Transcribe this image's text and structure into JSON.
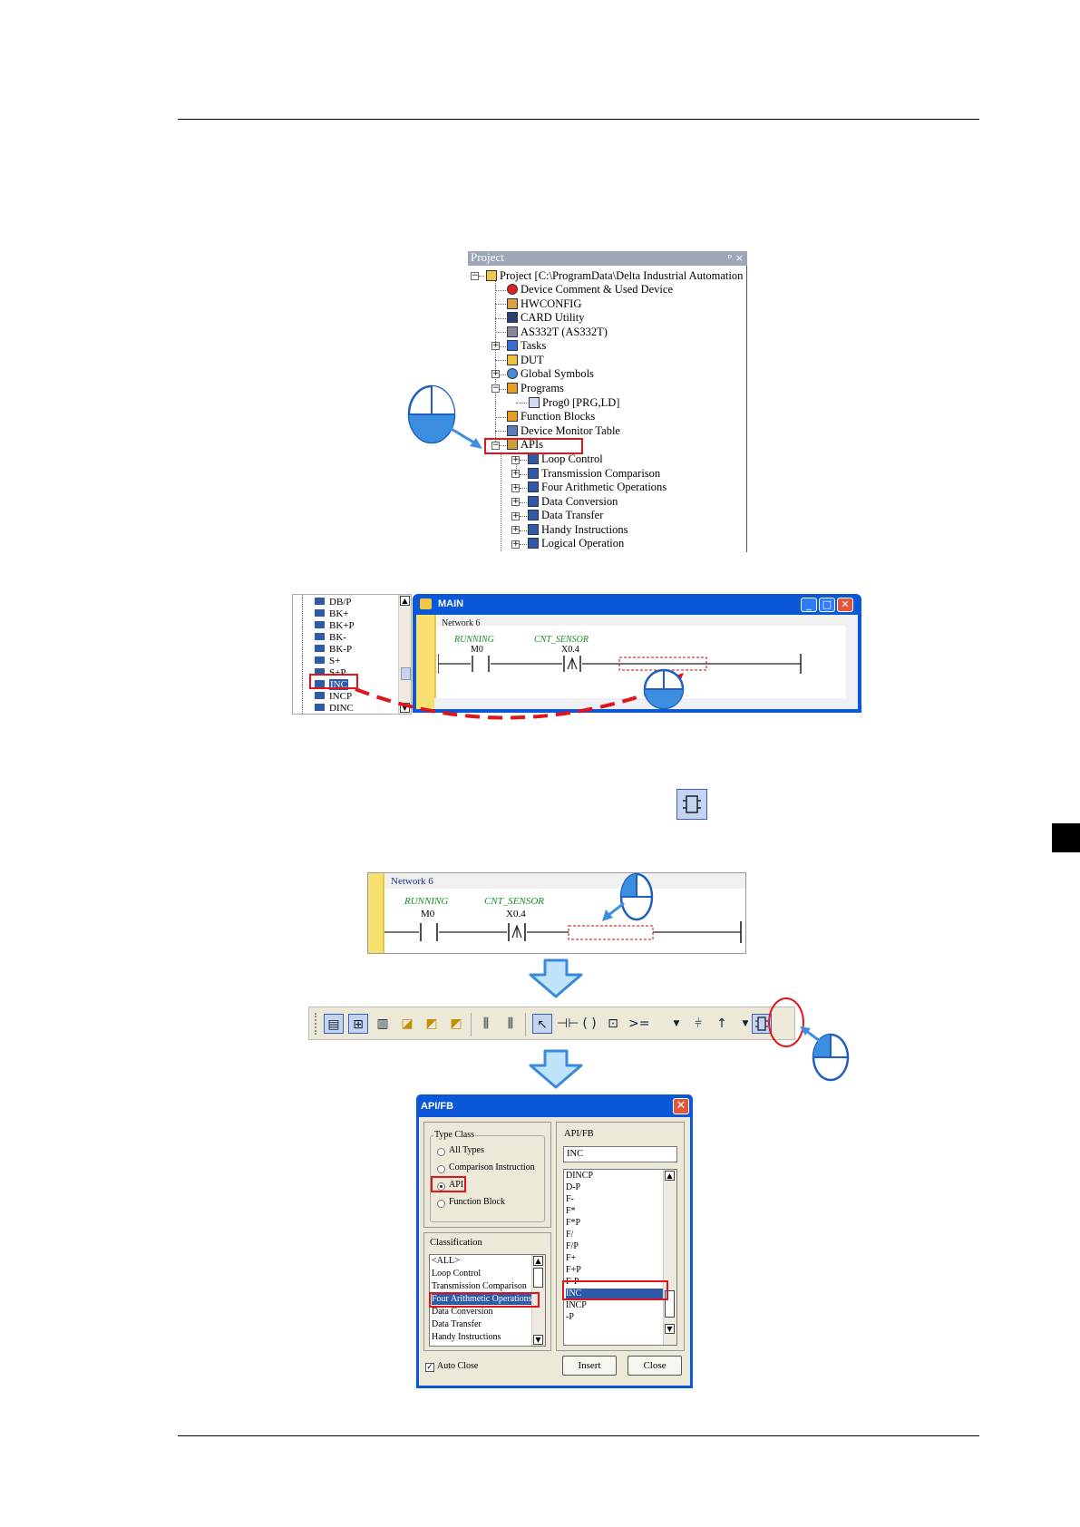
{
  "project_tree": {
    "title": "Project",
    "pin": "ᵖ ×",
    "root": "Project [C:\\ProgramData\\Delta Industrial Automation",
    "items": [
      "Device Comment & Used Device",
      "HWCONFIG",
      "CARD Utility",
      "AS332T  (AS332T)",
      "Tasks",
      "DUT",
      "Global Symbols",
      "Programs",
      "Prog0 [PRG,LD]",
      "Function Blocks",
      "Device Monitor Table",
      "APIs",
      "Loop Control",
      "Transmission Comparison",
      "Four Arithmetic Operations",
      "Data Conversion",
      "Data Transfer",
      "Handy Instructions",
      "Logical Operation"
    ]
  },
  "instruction_list": {
    "items": [
      "DB/P",
      "BK+",
      "BK+P",
      "BK-",
      "BK-P",
      "S+",
      "S+P",
      "INC",
      "INCP",
      "DINC"
    ],
    "selected": "INC"
  },
  "main_window": {
    "title": "MAIN",
    "network": "Network 6",
    "contact1_label": "RUNNING",
    "contact1_device": "M0",
    "contact2_label": "CNT_SENSOR",
    "contact2_device": "X0.4"
  },
  "network_box": {
    "network": "Network 6",
    "contact1_label": "RUNNING",
    "contact1_device": "M0",
    "contact2_label": "CNT_SENSOR",
    "contact2_device": "X0.4"
  },
  "toolbar": {
    "compare_label": ">=",
    "icons": [
      "ladder-view-icon",
      "network-view-icon",
      "sfc-view-icon",
      "open-folder-icon",
      "open-folder-up-icon",
      "open-folder-down-icon",
      "insert-column-icon",
      "delete-column-icon",
      "pointer-icon",
      "contact-icon",
      "coil-icon",
      "function-block-icon",
      "compare-dropdown",
      "branch-icon",
      "arrow-up-icon",
      "api-instruction-icon"
    ]
  },
  "dialog": {
    "title": "API/FB",
    "type_class_label": "Type Class",
    "type_options": [
      "All Types",
      "Comparison Instruction",
      "API",
      "Function Block"
    ],
    "type_selected": "API",
    "classification_label": "Classification",
    "classifications": [
      "<ALL>",
      "Loop Control",
      "Transmission Comparison",
      "Four Arithmetic Operations",
      "Data Conversion",
      "Data Transfer",
      "Handy Instructions"
    ],
    "classification_selected": "Four Arithmetic Operations",
    "apifb_label": "API/FB",
    "apifb_value": "INC",
    "apifb_list": [
      "DINCP",
      "D-P",
      "F-",
      "F*",
      "F*P",
      "F/",
      "F/P",
      "F+",
      "F+P",
      "F-P",
      "INC",
      "INCP",
      "-P"
    ],
    "apifb_selected": "INC",
    "insert_button": "Insert",
    "close_button": "Close",
    "auto_close": "Auto Close",
    "auto_close_checked": true
  },
  "colors": {
    "xp_blue": "#0a58d8",
    "callout_red": "#e0141a",
    "arrow_blue": "#3c8fe0",
    "big_arrow_fill": "#bfe3fb",
    "ladder_label_green": "#1a8a2a"
  }
}
